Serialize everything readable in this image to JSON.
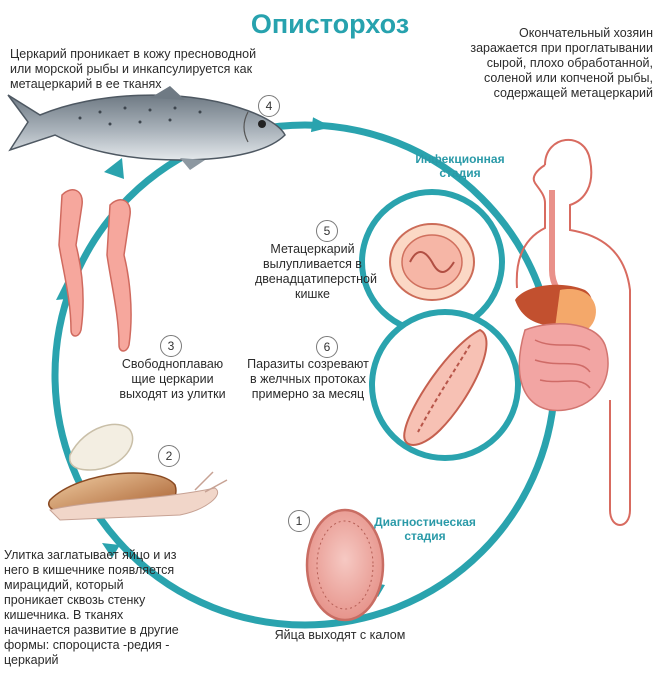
{
  "title": "Описторхоз",
  "colors": {
    "cycle": "#2aa3ae",
    "title": "#27a2ae",
    "stage_label": "#2a9aa8"
  },
  "stages": {
    "infection": "Инфекционная\nстадия",
    "diagnostic": "Диагностическая\nстадия"
  },
  "steps": [
    {
      "num": "1",
      "text": "Яйца выходят с калом"
    },
    {
      "num": "2",
      "text": "Улитка заглатывает яйцо и из\nнего в кишечнике появляется\nмирацидий, который\nпроникает сквозь стенку\nкишечника. В тканях\nначинается развитие в другие\nформы: спороциста -редия -\nцеркарий"
    },
    {
      "num": "3",
      "text": "Свободноплаваю\nщие церкарии\nвыходят из улитки"
    },
    {
      "num": "4",
      "text": "Церкарий проникает в кожу пресноводной\nили морской рыбы и инкапсулируется как\nметацеркарий в ее тканях"
    },
    {
      "num": "5",
      "text": "Метацеркарий\nвылупливается в\nдвенадцатиперстной\nкишке"
    },
    {
      "num": "6",
      "text": "Паразиты созревают\nв желчных протоках\nпримерно за месяц"
    }
  ],
  "host_text": "Окончательный хозяин\nзаражается при проглатывании\nсырой, плохо обработанной,\nсоленой или копченой рыбы,\nсодержащей метацеркарий"
}
